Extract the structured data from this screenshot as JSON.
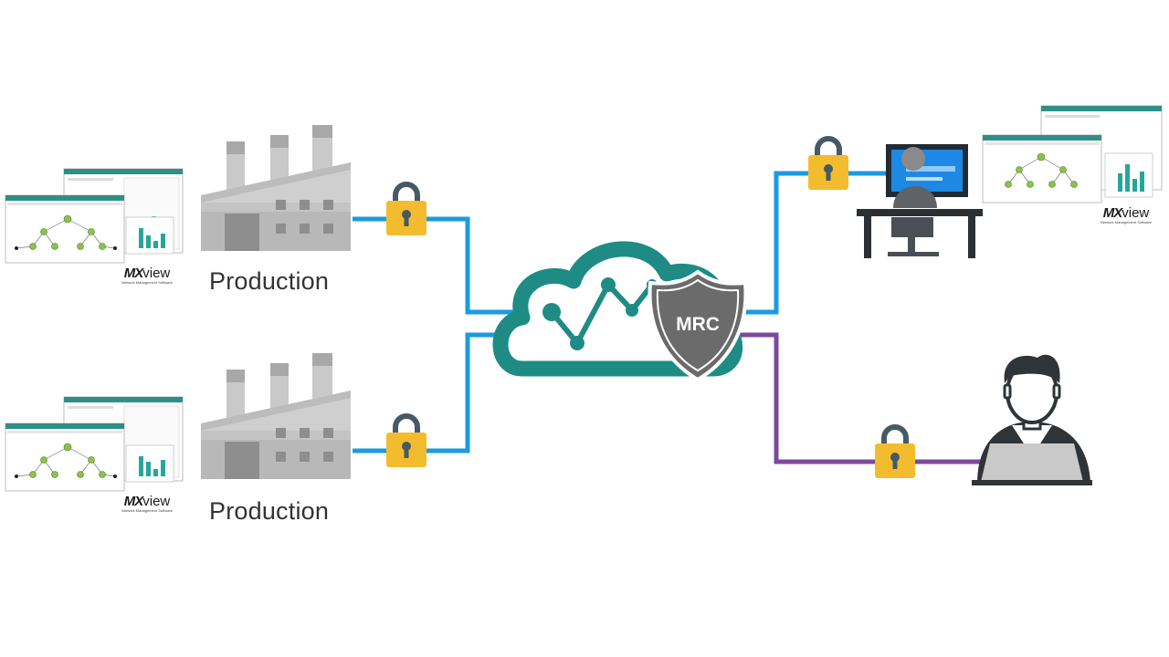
{
  "sites": [
    {
      "label": "Production"
    },
    {
      "label": "Production"
    }
  ],
  "cloud": {
    "shield_label": "MRC"
  },
  "logo": {
    "brand": "MX",
    "product": "view",
    "tagline": "Network Management Software"
  },
  "colors": {
    "teal": "#1e8c85",
    "link_blue": "#1a9be2",
    "link_purple": "#7b4a9f",
    "lock_yellow": "#f3bc2e",
    "lock_dark": "#455a64",
    "factory_gray": "#b8b8b8",
    "shield_gray": "#6b6b6b"
  },
  "icons": [
    "factory-icon",
    "padlock-icon",
    "cloud-icon",
    "shield-icon",
    "operator-workstation-icon",
    "laptop-user-icon"
  ]
}
